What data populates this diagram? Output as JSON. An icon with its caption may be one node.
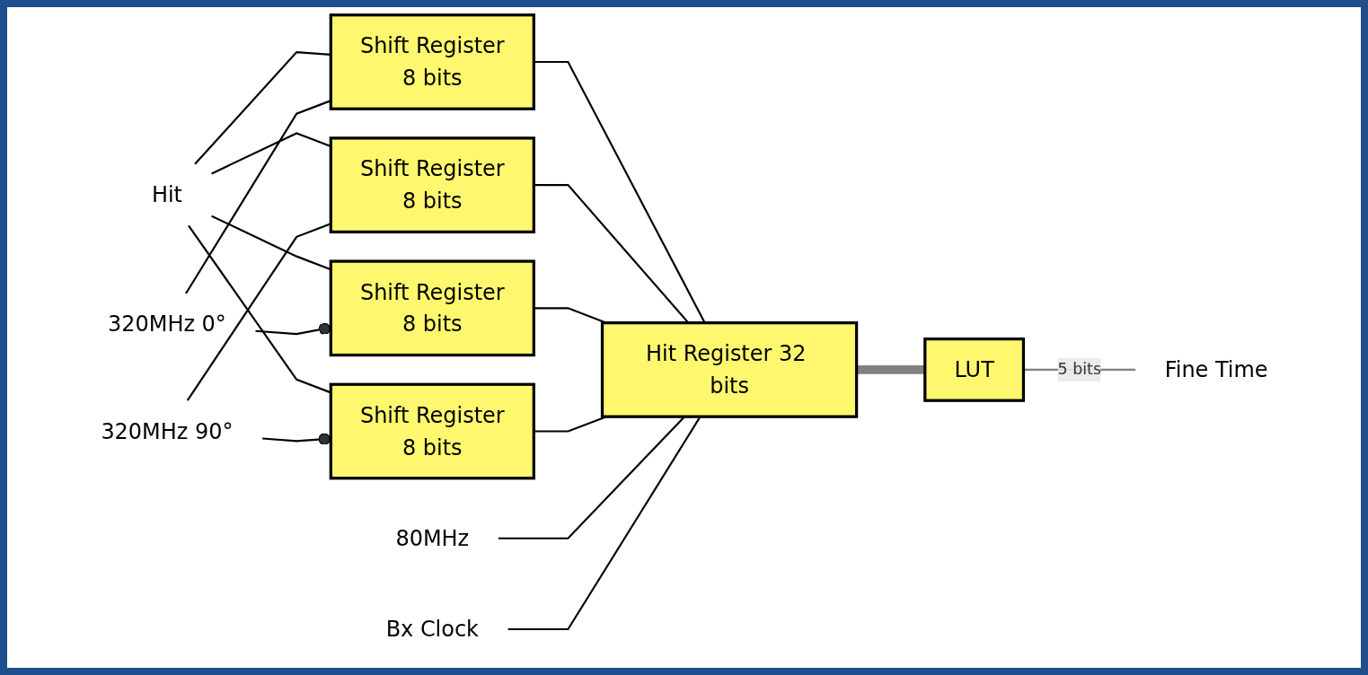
{
  "diagram": {
    "nodes": [
      {
        "text": [
          "Hit"
        ]
      },
      {
        "text": [
          "320MHz 0°"
        ]
      },
      {
        "text": [
          "320MHz 90°"
        ]
      },
      {
        "text": [
          "80MHz"
        ]
      },
      {
        "text": [
          "Bx Clock"
        ]
      },
      {
        "text": [
          "Shift Register",
          "8 bits"
        ]
      },
      {
        "text": [
          "Shift Register",
          "8 bits"
        ]
      },
      {
        "text": [
          "Shift Register",
          "8 bits"
        ]
      },
      {
        "text": [
          "Shift Register",
          "8 bits"
        ]
      },
      {
        "text": [
          "Hit Register 32 bits"
        ]
      },
      {
        "text": [
          "LUT"
        ]
      },
      {
        "text": [
          "Fine Time"
        ]
      }
    ],
    "edges": [
      {
        "from": 0,
        "to": 5,
        "arrow": "none"
      },
      {
        "from": 0,
        "to": 6,
        "arrow": "none"
      },
      {
        "from": 0,
        "to": 7,
        "arrow": "none"
      },
      {
        "from": 0,
        "to": 8,
        "arrow": "none"
      },
      {
        "from": 1,
        "to": 5,
        "arrow": "none"
      },
      {
        "from": 1,
        "to": 7,
        "arrow": "other"
      },
      {
        "from": 2,
        "to": 6,
        "arrow": "none"
      },
      {
        "from": 2,
        "to": 8,
        "arrow": "other"
      },
      {
        "from": 5,
        "to": 9,
        "arrow": "none"
      },
      {
        "from": 6,
        "to": 9,
        "arrow": "none"
      },
      {
        "from": 7,
        "to": 9,
        "arrow": "none"
      },
      {
        "from": 8,
        "to": 9,
        "arrow": "none"
      },
      {
        "from": 3,
        "to": 9,
        "arrow": "none"
      },
      {
        "from": 4,
        "to": 9,
        "arrow": "none"
      },
      {
        "from": 9,
        "to": 10,
        "arrow": "none",
        "style": "thick",
        "color": "#808080"
      },
      {
        "from": 10,
        "to": 11,
        "label": "5 bits",
        "arrow": "none",
        "color": "#808080"
      }
    ]
  }
}
